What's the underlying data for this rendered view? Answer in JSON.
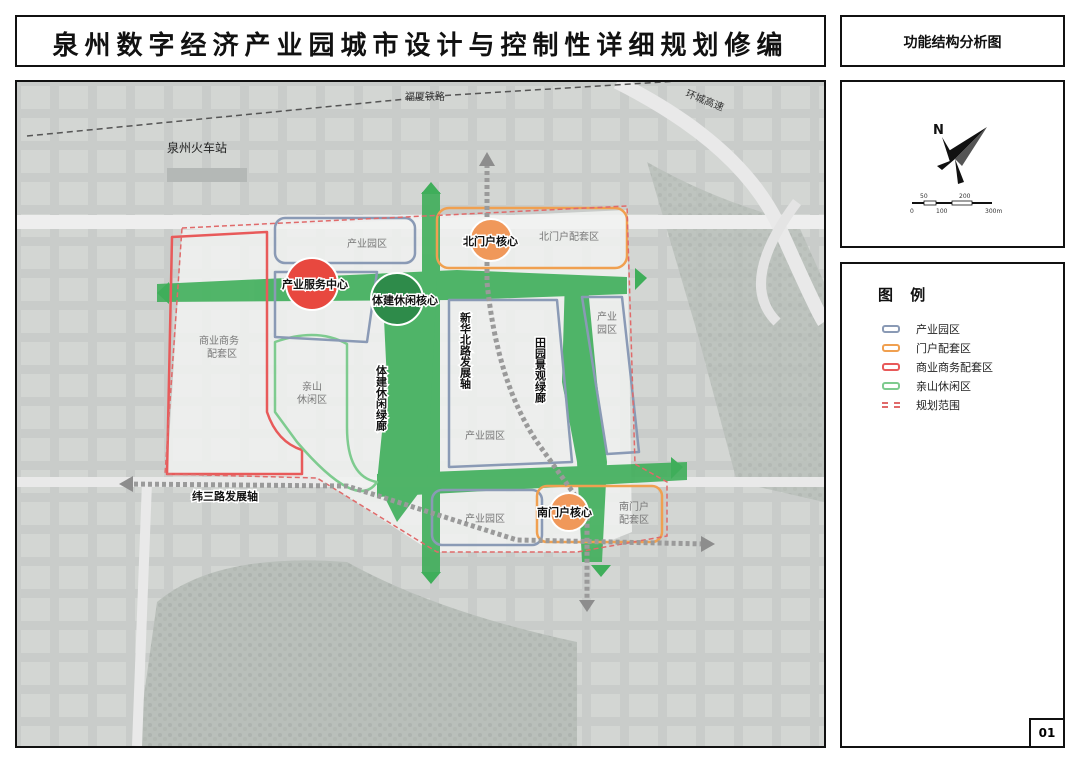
{
  "header": {
    "title": "泉州数字经济产业园城市设计与控制性详细规划修编",
    "subtitle": "功能结构分析图"
  },
  "map": {
    "base_labels": {
      "railway": "福厦铁路",
      "ring_road": "环城高速",
      "station": "泉州火车站"
    },
    "zone_labels": {
      "industrial_north": "产业园区",
      "gateway_north": "北门户配套区",
      "industrial_east": "产业\n园区",
      "commercial_west": "商业商务\n配套区",
      "mountain_leisure": "亲山\n休闲区",
      "industrial_center": "产业园区",
      "industrial_south": "产业园区",
      "gateway_south": "南门户\n配套区"
    },
    "cores": {
      "industry_service": "产业服务中心",
      "sports_core": "体建休闲核心",
      "north_gateway": "北门户核心",
      "south_gateway": "南门户核心"
    },
    "axes": {
      "xinhua": "新华北路发展轴",
      "sports_corridor": "体建休闲绿廊",
      "field_corridor": "田园景观绿廊",
      "weisan": "纬三路发展轴"
    }
  },
  "compass": {
    "north_label": "N",
    "scale_top": [
      "50",
      "200"
    ],
    "scale_bottom": [
      "0",
      "100",
      "300m"
    ]
  },
  "legend": {
    "title": "图 例",
    "items": [
      {
        "label": "产业园区",
        "color": "#8a9ab5",
        "style": "solid"
      },
      {
        "label": "门户配套区",
        "color": "#f0a050",
        "style": "solid"
      },
      {
        "label": "商业商务配套区",
        "color": "#e85a5a",
        "style": "solid"
      },
      {
        "label": "亲山休闲区",
        "color": "#7ecb8f",
        "style": "solid"
      },
      {
        "label": "规划范围",
        "color": "#e06a6a",
        "style": "dashed"
      }
    ]
  },
  "page_number": "01",
  "colors": {
    "green_corridor": "#3fae5a",
    "core_red": "#e8483f",
    "core_green": "#2e8b4a",
    "core_orange": "#f0985a",
    "axis_grey": "#9a9a9a",
    "boundary": "#e06a6a"
  }
}
